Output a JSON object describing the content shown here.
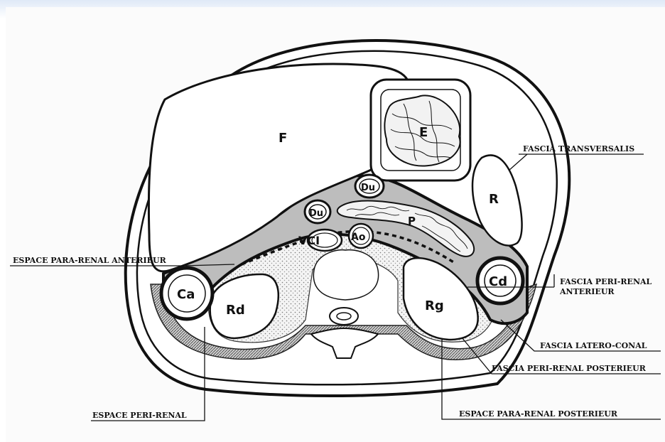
{
  "organ_labels": {
    "F": "F",
    "E": "E",
    "R": "R",
    "Du_top": "Du",
    "Du_left": "Du",
    "P": "P",
    "VCI": "VCI",
    "Ao": "Ao",
    "Ca": "Ca",
    "Cd": "Cd",
    "Rd": "Rd",
    "Rg": "Rg"
  },
  "annotations": {
    "fascia_transversalis": "FASCIA TRANSVERSALIS",
    "espace_para_renal_anterieur": "ESPACE PARA-RENAL ANTERIEUR",
    "fascia_peri_renal_anterieur_line1": "FASCIA PERI-RENAL",
    "fascia_peri_renal_anterieur_line2": "ANTERIEUR",
    "fascia_latero_conal": "FASCIA LATERO-CONAL",
    "fascia_peri_renal_posterieur": "FASCIA PERI-RENAL POSTERIEUR",
    "espace_para_renal_posterieur": "ESPACE PARA-RENAL POSTERIEUR",
    "espace_peri_renal": "ESPACE PERI-RENAL"
  }
}
